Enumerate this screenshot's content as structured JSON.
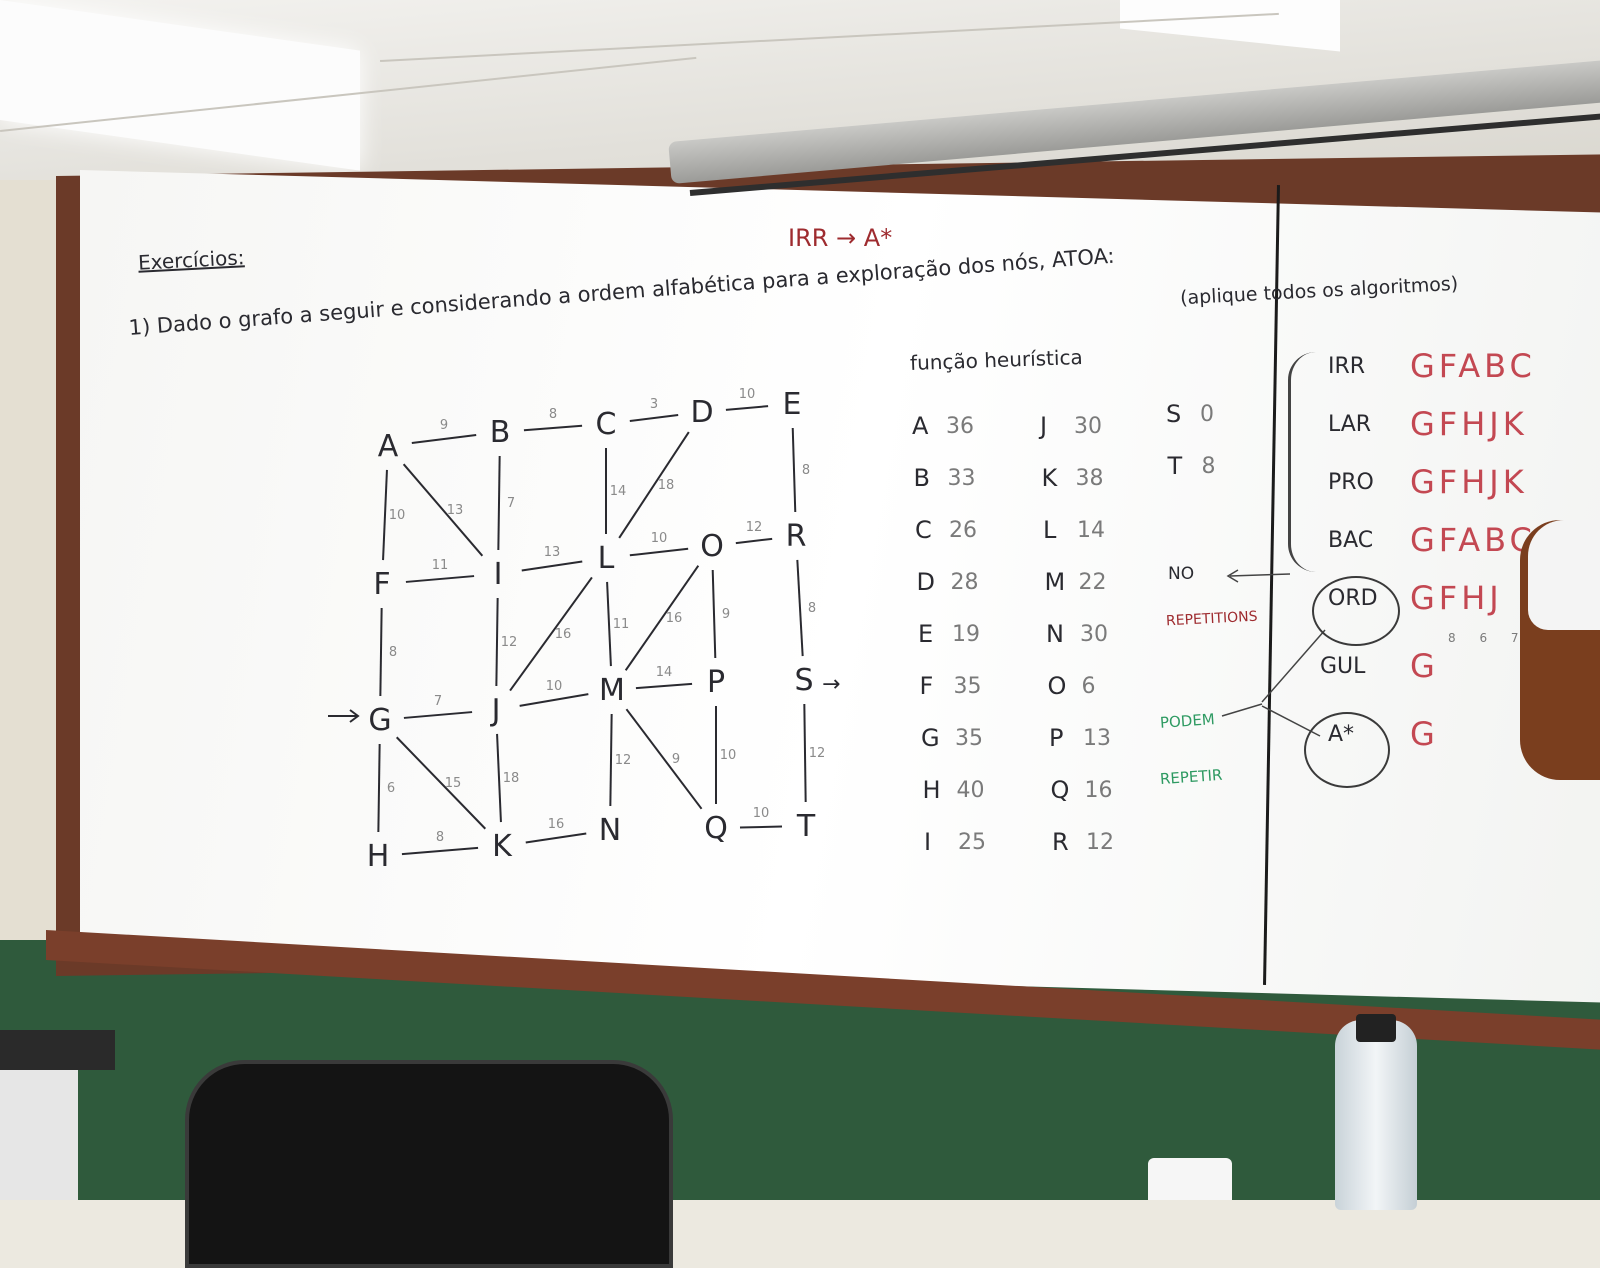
{
  "board": {
    "title": "Exercícios:",
    "top_note": "IRR → A*",
    "question": "1) Dado o grafo a seguir e considerando a ordem alfabética para a exploração dos nós, ATOA:",
    "instruction": "(aplique todos os algoritmos)",
    "heuristic_title": "função heurística"
  },
  "nodes": [
    "A",
    "B",
    "C",
    "D",
    "E",
    "F",
    "I",
    "L",
    "O",
    "R",
    "G",
    "J",
    "M",
    "P",
    "S",
    "H",
    "K",
    "N",
    "Q",
    "T"
  ],
  "edge_weights": {
    "AB": "9",
    "BC": "8",
    "CD": "3",
    "DE": "10",
    "AF": "10",
    "AI": "13",
    "BI": "7",
    "CL": "14",
    "DL": "18",
    "ER": "8",
    "FI": "11",
    "IL": "13",
    "LO": "10",
    "OR": "12",
    "FG": "8",
    "IJ": "12",
    "LJ": "16",
    "LM": "11",
    "OM": "16",
    "OP": "9",
    "RS": "8",
    "GJ": "7",
    "JM": "10",
    "MP": "14",
    "GH": "6",
    "GK": "15",
    "JK": "18",
    "MN": "12",
    "MQ": "9",
    "PQ": "10",
    "ST": "12",
    "HK": "8",
    "KN": "16",
    "QT": "10"
  },
  "goal_arrow": "→",
  "heuristic": [
    {
      "node": "A",
      "value": "36"
    },
    {
      "node": "B",
      "value": "33"
    },
    {
      "node": "C",
      "value": "26"
    },
    {
      "node": "D",
      "value": "28"
    },
    {
      "node": "E",
      "value": "19"
    },
    {
      "node": "F",
      "value": "35"
    },
    {
      "node": "G",
      "value": "35"
    },
    {
      "node": "H",
      "value": "40"
    },
    {
      "node": "I",
      "value": "25"
    },
    {
      "node": "J",
      "value": "30"
    },
    {
      "node": "K",
      "value": "38"
    },
    {
      "node": "L",
      "value": "14"
    },
    {
      "node": "M",
      "value": "22"
    },
    {
      "node": "N",
      "value": "30"
    },
    {
      "node": "O",
      "value": "6"
    },
    {
      "node": "P",
      "value": "13"
    },
    {
      "node": "Q",
      "value": "16"
    },
    {
      "node": "R",
      "value": "12"
    },
    {
      "node": "S",
      "value": "0"
    },
    {
      "node": "T",
      "value": "8"
    }
  ],
  "notes": {
    "no_repetitions_1": "NO",
    "no_repetitions_2": "REPETITIONS",
    "podem_1": "PODEM",
    "podem_2": "REPETIR"
  },
  "algorithms": [
    {
      "name": "IRR",
      "sequence": "GFABC"
    },
    {
      "name": "LAR",
      "sequence": "GFHJK"
    },
    {
      "name": "PRO",
      "sequence": "GFHJK"
    },
    {
      "name": "BAC",
      "sequence": "GFABC"
    },
    {
      "name": "ORD",
      "sequence": "GFHJ"
    },
    {
      "name": "GUL",
      "sequence": "G"
    },
    {
      "name": "A*",
      "sequence": "G"
    }
  ],
  "ord_costs": "8 6 7",
  "colors": {
    "marker_dark": "#2a2a30",
    "marker_red": "#c34852",
    "marker_green": "#2e9a62",
    "frame": "#6b3a28"
  }
}
